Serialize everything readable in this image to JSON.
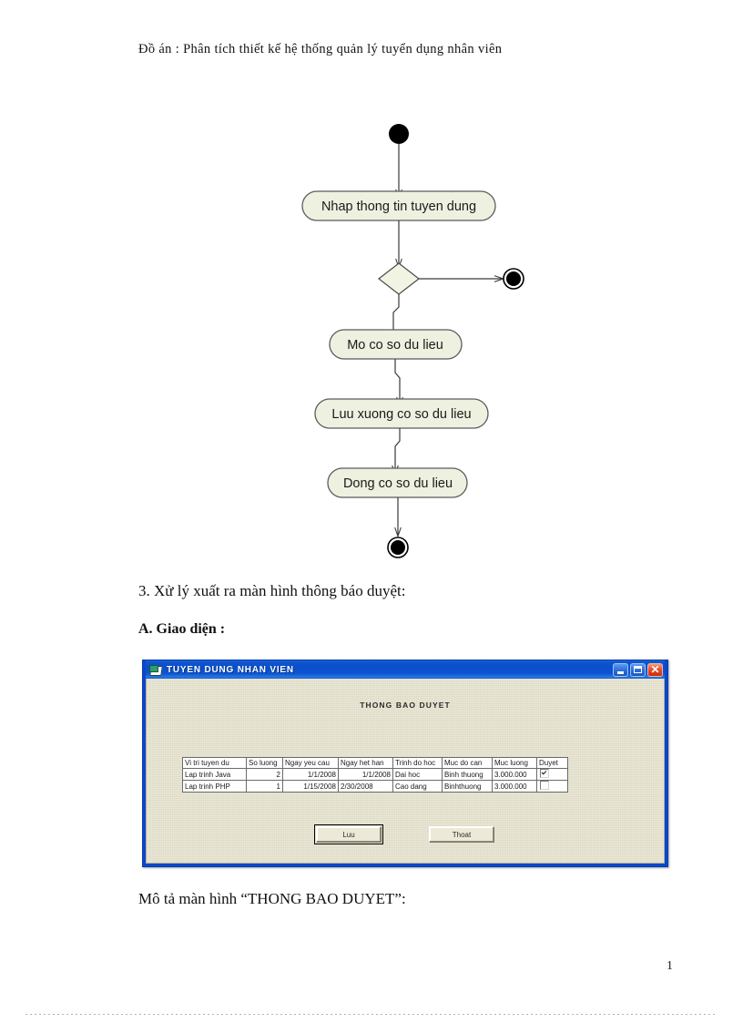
{
  "document": {
    "header": "Đồ án : Phân tích thiết kế hệ thống  quản lý tuyển  dụng  nhân  viên",
    "section_heading": "3. Xử lý xuất ra màn hình thông báo duyệt:",
    "subsection_heading": "A. Giao diện :",
    "caption": "Mô tả màn hình “THONG BAO DUYET”:",
    "page_number": "1"
  },
  "diagram": {
    "type": "uml-activity-diagram",
    "nodes": [
      {
        "id": "start",
        "kind": "initial-node",
        "label": ""
      },
      {
        "id": "act1",
        "kind": "activity",
        "label": "Nhap thong tin tuyen dung"
      },
      {
        "id": "decision",
        "kind": "decision-node",
        "label": ""
      },
      {
        "id": "end-right",
        "kind": "final-node",
        "label": ""
      },
      {
        "id": "act2",
        "kind": "activity",
        "label": "Mo co so du lieu"
      },
      {
        "id": "act3",
        "kind": "activity",
        "label": "Luu xuong co so du lieu"
      },
      {
        "id": "act4",
        "kind": "activity",
        "label": "Dong co so du lieu"
      },
      {
        "id": "end",
        "kind": "final-node",
        "label": ""
      }
    ],
    "edges": [
      {
        "from": "start",
        "to": "act1"
      },
      {
        "from": "act1",
        "to": "decision"
      },
      {
        "from": "decision",
        "to": "end-right"
      },
      {
        "from": "decision",
        "to": "act2"
      },
      {
        "from": "act2",
        "to": "act3"
      },
      {
        "from": "act3",
        "to": "act4"
      },
      {
        "from": "act4",
        "to": "end"
      }
    ],
    "colors": {
      "activity_fill": "#eef1e0",
      "decision_fill": "#f2f4e3",
      "stroke": "#3a3a3a",
      "node_fill": "#000000"
    }
  },
  "window": {
    "title": "TUYEN DUNG NHAN VIEN",
    "icon": "document-icon",
    "buttons": {
      "minimize": "minimize-icon",
      "maximize": "maximize-icon",
      "close": "close-icon",
      "close_glyph": "✕"
    },
    "form_title": "THONG BAO DUYET",
    "grid": {
      "columns": [
        "Vi tri tuyen du",
        "So luong",
        "Ngay yeu cau",
        "Ngay het han",
        "Trinh do hoc",
        "Muc do can",
        "Muc luong",
        "Duyet"
      ],
      "rows": [
        {
          "vi_tri": "Lap trinh Java",
          "so_luong": "2",
          "ngay_yeu_cau": "1/1/2008",
          "ngay_het_han": "1/1/2008",
          "trinh_do": "Dai hoc",
          "muc_do_can": "Binh thuong",
          "muc_luong": "3.000.000",
          "duyet": true
        },
        {
          "vi_tri": "Lap trinh PHP",
          "so_luong": "1",
          "ngay_yeu_cau": "1/15/2008",
          "ngay_het_han": "2/30/2008",
          "trinh_do": "Cao dang",
          "muc_do_can": "Binhthuong",
          "muc_luong": "3.000.000",
          "duyet": false
        }
      ]
    },
    "actions": {
      "save_label": "Luu",
      "exit_label": "Thoat"
    },
    "colors": {
      "titlebar": "#0a4ecb",
      "client": "#ece9d8",
      "close_button": "#e8512a"
    }
  }
}
